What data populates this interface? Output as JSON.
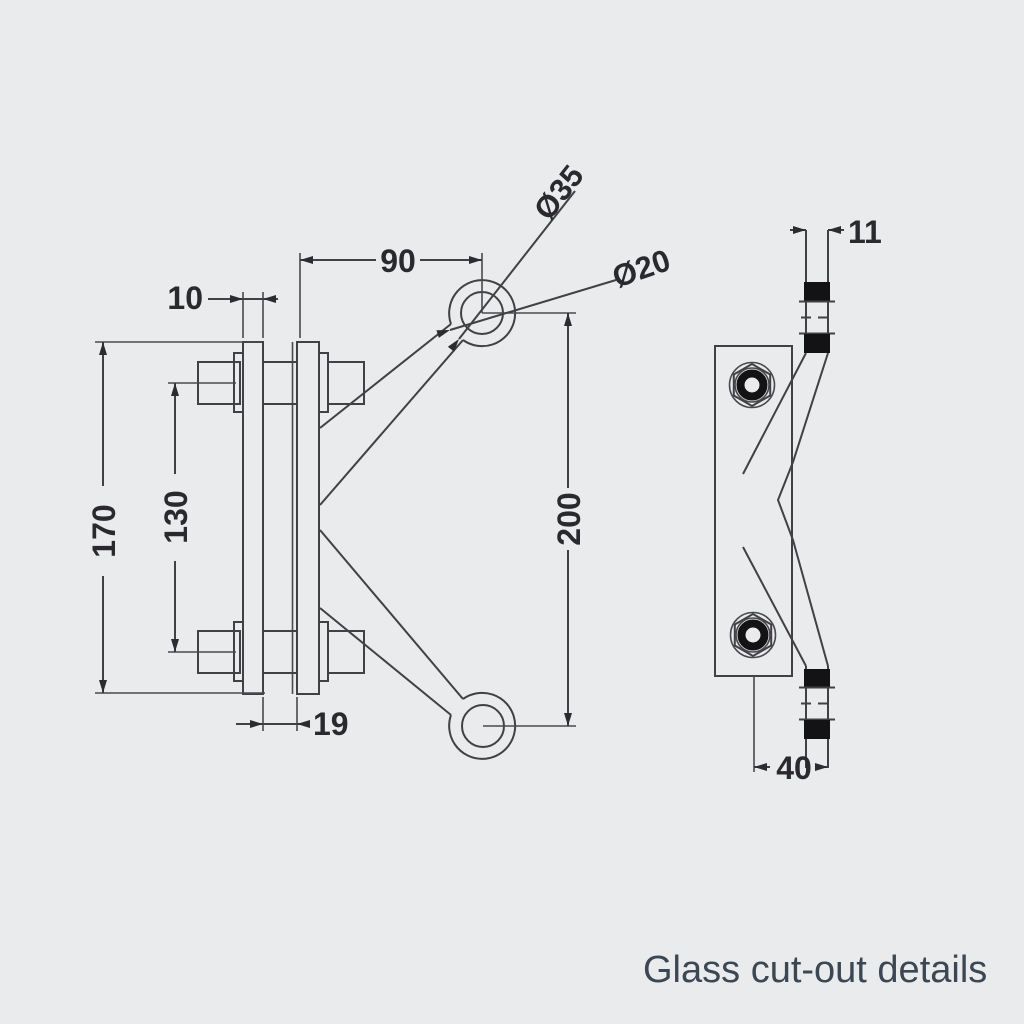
{
  "drawing": {
    "caption": "Glass cut-out details",
    "front_view": {
      "dim_90": "90",
      "dim_10": "10",
      "dim_170": "170",
      "dim_130": "130",
      "dim_200": "200",
      "dim_19": "19",
      "dia_35": "Ø35",
      "dia_20": "Ø20"
    },
    "side_view": {
      "dim_11": "11",
      "dim_40": "40"
    }
  },
  "colors": {
    "background": "#eaebec",
    "line": "#414145",
    "dim_text": "#2a2a2e",
    "caption_text": "#3b4753",
    "gasket_fill": "#131316"
  }
}
